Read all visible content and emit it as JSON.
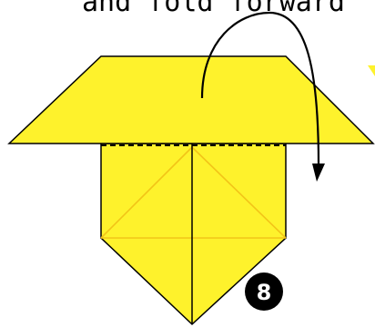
{
  "instruction": {
    "text": "and fold forward"
  },
  "step": {
    "number": "8"
  },
  "colors": {
    "paper_fill": "#fef22c",
    "paper_outline": "#000000",
    "crease_lines": "#f0c000",
    "fold_line": "#000000",
    "arrow": "#000000",
    "step_badge": "#000000",
    "step_number": "#ffffff",
    "background": "#ffffff"
  },
  "icons": {
    "fold_arrow": "curved-fold-arrow-icon",
    "fold_line": "dashed-valley-fold-line"
  }
}
